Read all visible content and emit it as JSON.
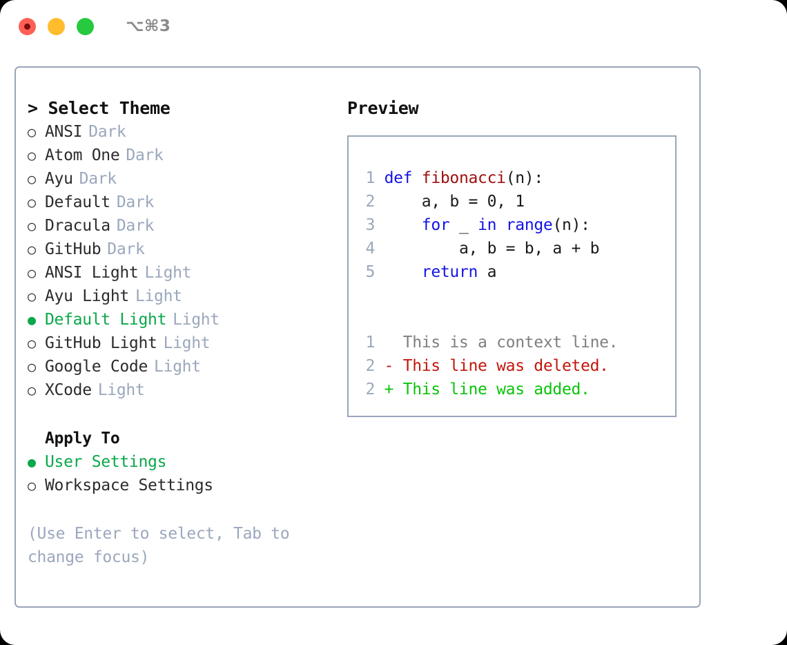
{
  "window": {
    "shortcut_label": "⌥⌘3",
    "traffic_lights": [
      {
        "name": "close",
        "color": "#ff5f56"
      },
      {
        "name": "minimize",
        "color": "#ffbd2e"
      },
      {
        "name": "zoom",
        "color": "#27c93f"
      }
    ]
  },
  "theme_list": {
    "title": "> Select Theme",
    "items": [
      {
        "bullet": "○",
        "name": "ANSI",
        "tag": "Dark",
        "selected": false
      },
      {
        "bullet": "○",
        "name": "Atom One",
        "tag": "Dark",
        "selected": false
      },
      {
        "bullet": "○",
        "name": "Ayu",
        "tag": "Dark",
        "selected": false
      },
      {
        "bullet": "○",
        "name": "Default",
        "tag": "Dark",
        "selected": false
      },
      {
        "bullet": "○",
        "name": "Dracula",
        "tag": "Dark",
        "selected": false
      },
      {
        "bullet": "○",
        "name": "GitHub",
        "tag": "Dark",
        "selected": false
      },
      {
        "bullet": "○",
        "name": "ANSI Light",
        "tag": "Light",
        "selected": false
      },
      {
        "bullet": "○",
        "name": "Ayu Light",
        "tag": "Light",
        "selected": false
      },
      {
        "bullet": "●",
        "name": "Default Light",
        "tag": "Light",
        "selected": true
      },
      {
        "bullet": "○",
        "name": "GitHub Light",
        "tag": "Light",
        "selected": false
      },
      {
        "bullet": "○",
        "name": "Google Code",
        "tag": "Light",
        "selected": false
      },
      {
        "bullet": "○",
        "name": "XCode",
        "tag": "Light",
        "selected": false
      }
    ]
  },
  "apply_to": {
    "heading": "Apply To",
    "options": [
      {
        "bullet": "●",
        "label": "User Settings",
        "selected": true
      },
      {
        "bullet": "○",
        "label": "Workspace Settings",
        "selected": false
      }
    ]
  },
  "hint": "(Use Enter to select, Tab to change focus)",
  "preview": {
    "title": "Preview",
    "code": [
      {
        "ln": "1",
        "segments": [
          {
            "text": "def ",
            "style": "tok-kw"
          },
          {
            "text": "fibonacci",
            "style": "tok-fn"
          },
          {
            "text": "(n):",
            "style": "code-text"
          }
        ]
      },
      {
        "ln": "2",
        "segments": [
          {
            "text": "    a, b = 0, 1",
            "style": "code-text"
          }
        ]
      },
      {
        "ln": "3",
        "segments": [
          {
            "text": "    ",
            "style": "code-text"
          },
          {
            "text": "for",
            "style": "tok-kw"
          },
          {
            "text": " _ ",
            "style": "code-text"
          },
          {
            "text": "in range",
            "style": "tok-kw"
          },
          {
            "text": "(n):",
            "style": "code-text"
          }
        ]
      },
      {
        "ln": "4",
        "segments": [
          {
            "text": "        a, b = b, a + b",
            "style": "code-text"
          }
        ]
      },
      {
        "ln": "5",
        "segments": [
          {
            "text": "    ",
            "style": "code-text"
          },
          {
            "text": "return",
            "style": "tok-kw"
          },
          {
            "text": " a",
            "style": "code-text"
          }
        ]
      }
    ],
    "diff": [
      {
        "ln": "1",
        "text": "   This is a context line.",
        "style": "diff-ctx"
      },
      {
        "ln": "2",
        "text": " - This line was deleted.",
        "style": "diff-del"
      },
      {
        "ln": "2",
        "text": " + This line was added.",
        "style": "diff-add"
      }
    ]
  },
  "colors": {
    "accent_green": "#0aa84a",
    "muted": "#9ba7bc",
    "border": "#9aa5ba",
    "keyword_blue": "#1414e6",
    "function_red": "#a01010",
    "diff_added": "#0ac40a",
    "diff_deleted": "#c2170c",
    "diff_context": "#7f7f7f"
  }
}
